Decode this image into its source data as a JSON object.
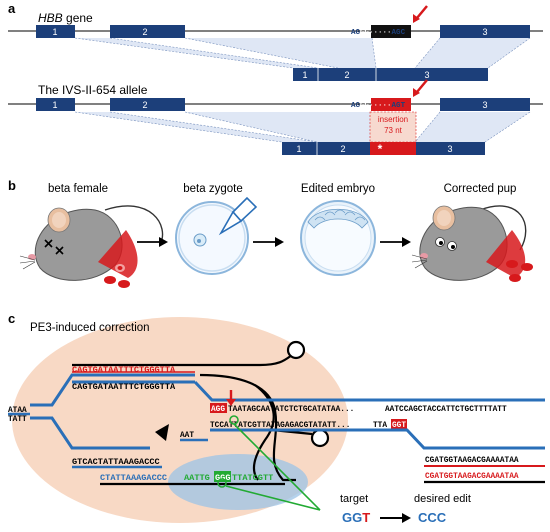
{
  "panel_a": {
    "letter": "a",
    "gene_title_italic": "HBB",
    "gene_title_rest": " gene",
    "allele_title": "The IVS-II-654 allele",
    "splice_seq_1_a": "AG",
    "splice_seq_1_b": "GG",
    "splice_seq_1_dots": "·····",
    "splice_seq_1_c": "AG",
    "splice_seq_1_d": "C",
    "splice_seq_2_a": "AG",
    "splice_seq_2_b": "GG",
    "splice_seq_2_dots": "·····",
    "splice_seq_2_c": "AG",
    "splice_seq_2_d": "T",
    "insertion_label_1": "insertion",
    "insertion_label_2": "73 nt",
    "asterisk": "*",
    "exon_labels": [
      "1",
      "2",
      "3"
    ]
  },
  "panel_b": {
    "letter": "b",
    "steps": [
      "beta female",
      "beta zygote",
      "Edited embryo",
      "Corrected pup"
    ]
  },
  "panel_c": {
    "letter": "c",
    "title": "PE3-induced correction",
    "seq_red_top": "CAGTGATAATTTCTGGGTTA",
    "seq_black_top": "CAGTGATAATTTCTGGGTTA",
    "seq_left_top": "ATAA",
    "seq_left_bot": "TATT",
    "seq_agg_red": "AGG",
    "seq_middle_top": "TAATAGCAATATCTCTGCATATAA...",
    "seq_right_top": "AATCCAGCTACCATTCTGCTTTTATT",
    "seq_middle_bot": "TCCATTATCGTTATAGAGACGTATATT...",
    "seq_tta": "TTA",
    "seq_ggt_red": "GGT",
    "seq_aat": "AAT",
    "seq_lower_left": "GTCACTATTAAAGACCC",
    "seq_green_blue": "CTATTAAAGACCC",
    "seq_green_mid": "AATTG",
    "seq_green_box": "GGG",
    "seq_green_end": "TTATCGTT",
    "seq_right_low_1": "CGATGGTAAGACGAAAATAA",
    "seq_right_low_2": "CGATGGTAAGACGAAAATAA",
    "target_label": "target",
    "target_seq_a": "GG",
    "target_seq_b": "T",
    "desired_label": "desired edit",
    "desired_seq": "CCC"
  },
  "colors": {
    "exon_blue": "#1c3f7a",
    "accent_red": "#d7191c",
    "seq_blue": "#2a6fb8",
    "green": "#22aa33",
    "salmon": "#f6cfb7",
    "light_blue": "#9cc3e6"
  }
}
